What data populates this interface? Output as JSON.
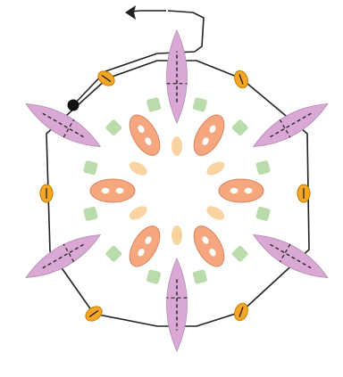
{
  "diagram": {
    "kind": "beading-pattern",
    "colors": {
      "leaf_petal": "#d9a8d4",
      "leaf_petal_stroke": "#b58ab0",
      "oval_bead": "#f6a77f",
      "oval_bead_stroke": "#d8845d",
      "oval_bead_hole": "#ffffff",
      "rice_bead": "#f9d3a1",
      "square_bead": "#b9dcaa",
      "bicone_bead": "#f5a623",
      "bicone_bead_stroke": "#c77d00",
      "thread": "#222222",
      "needle_knot": "#111111"
    },
    "icons": [
      "thread-direction-arrow-icon",
      "thread-start-knot-icon"
    ],
    "counts": {
      "leaf_petals": 6,
      "bicone_beads": 6,
      "oval_two_hole_beads": 6,
      "rice_beads": 6,
      "square_beads": 12
    }
  }
}
